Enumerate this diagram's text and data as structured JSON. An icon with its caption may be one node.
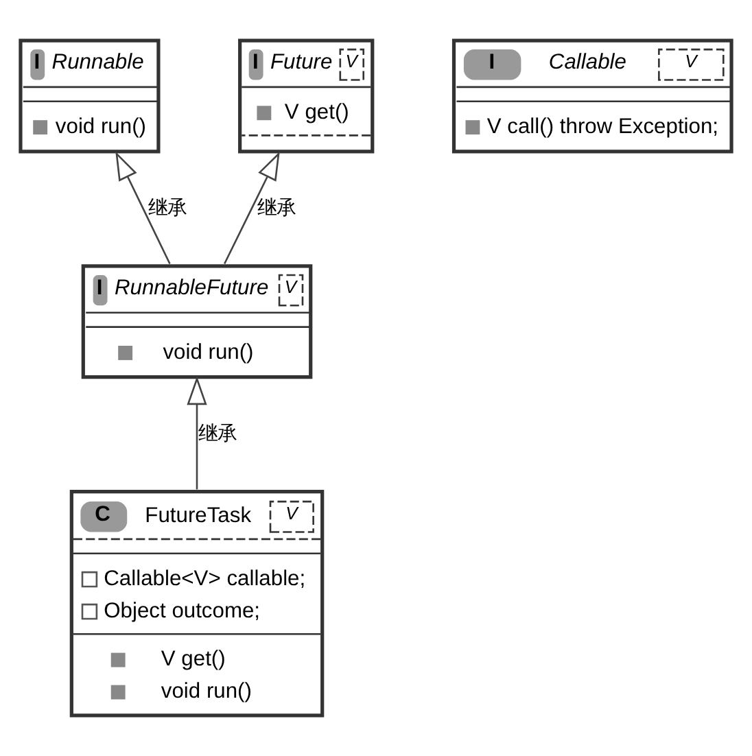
{
  "diagram": {
    "nodes": [
      {
        "text": [
          "I",
          "Runnable",
          "void run()"
        ]
      },
      {
        "text": [
          "I",
          "Future",
          "V",
          "V get()"
        ]
      },
      {
        "text": [
          "I",
          "Callable",
          "V",
          "V call() throw Exception;"
        ]
      },
      {
        "text": [
          "I",
          "RunnableFuture",
          "V",
          "void run()"
        ]
      },
      {
        "text": [
          "C",
          "FutureTask",
          "V",
          "Callable<V> callable;",
          "Object outcome;",
          "V get()",
          "void run()"
        ]
      }
    ],
    "edges": [
      {
        "from": 3,
        "to": 0,
        "arrow": "to",
        "label": "继承"
      },
      {
        "from": 3,
        "to": 1,
        "arrow": "to",
        "label": "继承"
      },
      {
        "from": 4,
        "to": 3,
        "arrow": "to",
        "label": "继承"
      }
    ]
  }
}
